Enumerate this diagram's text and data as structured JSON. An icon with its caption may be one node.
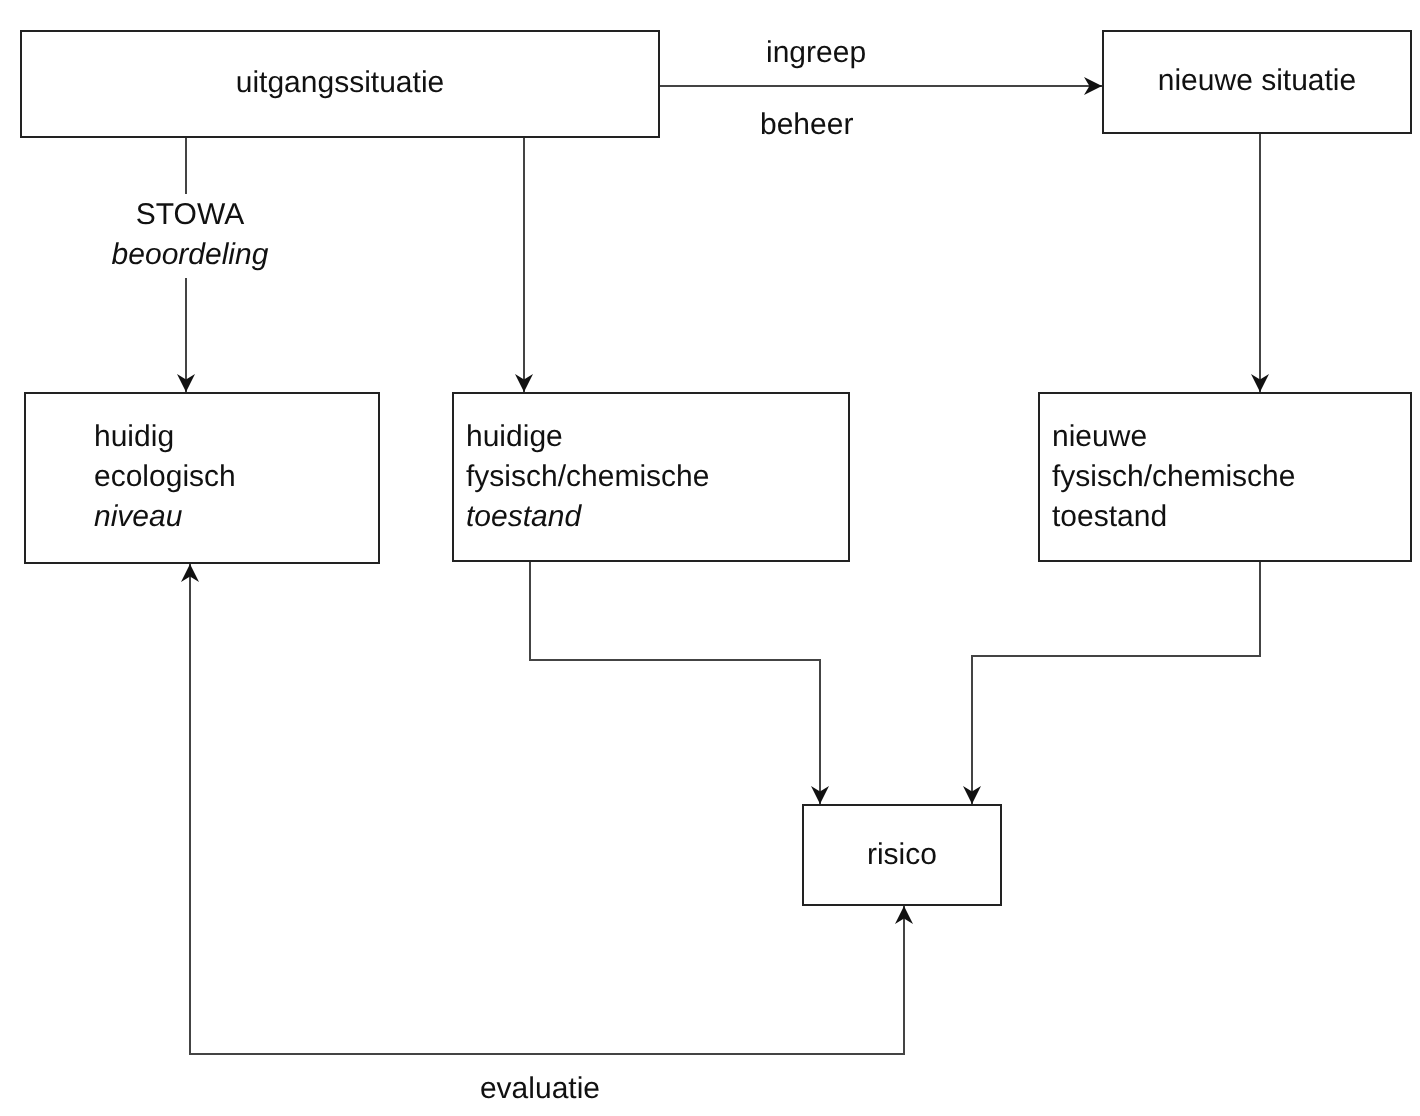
{
  "diagram": {
    "nodes": [
      {
        "text": [
          "uitgangssituatie"
        ]
      },
      {
        "text": [
          "huidig ecologisch *niveau*"
        ]
      },
      {
        "text": [
          "huidige fysisch/chemische *toestand*"
        ]
      },
      {
        "text": [
          "nieuwe situatie"
        ]
      },
      {
        "text": [
          "nieuwe fysisch/chemische toestand"
        ]
      },
      {
        "text": [
          "risico"
        ]
      }
    ],
    "edges": [
      {
        "from": 0,
        "to": 1,
        "arrow": "to",
        "label": "STOWA *beoordeling*"
      },
      {
        "from": 0,
        "to": 2,
        "arrow": "to"
      },
      {
        "from": 0,
        "to": 3,
        "arrow": "to"
      },
      {
        "from": 3,
        "to": 4,
        "arrow": "to"
      },
      {
        "from": 2,
        "to": 5,
        "arrow": "to"
      },
      {
        "from": 4,
        "to": 5,
        "arrow": "to"
      },
      {
        "from": 1,
        "to": 5,
        "arrow": "both",
        "label": "evaluatie"
      }
    ],
    "labels": [
      "ingreep",
      "beheer"
    ]
  }
}
